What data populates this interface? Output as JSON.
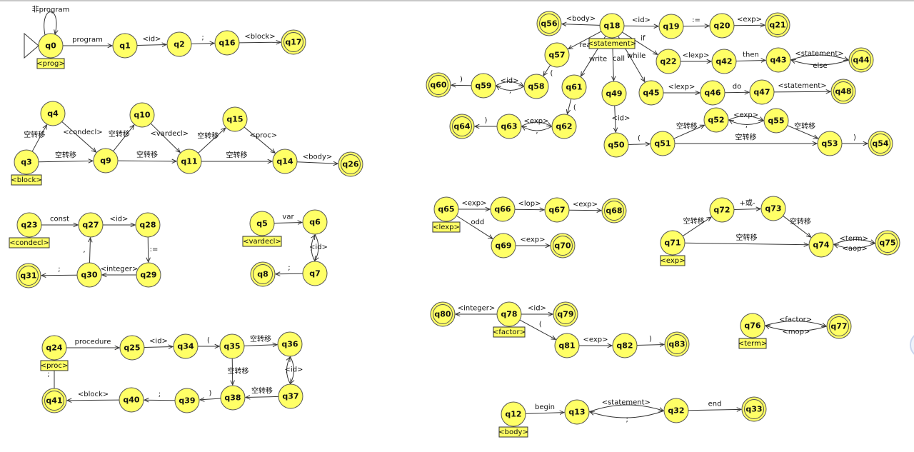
{
  "title": "",
  "states": [
    {
      "id": "q0",
      "label": "q0",
      "final": false,
      "start": true
    },
    {
      "id": "q1",
      "label": "q1",
      "final": false
    },
    {
      "id": "q2",
      "label": "q2",
      "final": false
    },
    {
      "id": "q16",
      "label": "q16",
      "final": false
    },
    {
      "id": "q17",
      "label": "q17",
      "final": true
    },
    {
      "id": "q3",
      "label": "q3",
      "final": false
    },
    {
      "id": "q4",
      "label": "q4",
      "final": false
    },
    {
      "id": "q9",
      "label": "q9",
      "final": false
    },
    {
      "id": "q10",
      "label": "q10",
      "final": false
    },
    {
      "id": "q11",
      "label": "q11",
      "final": false
    },
    {
      "id": "q15",
      "label": "q15",
      "final": false
    },
    {
      "id": "q14",
      "label": "q14",
      "final": false
    },
    {
      "id": "q26",
      "label": "q26",
      "final": true
    },
    {
      "id": "q23",
      "label": "q23",
      "final": false
    },
    {
      "id": "q27",
      "label": "q27",
      "final": false
    },
    {
      "id": "q28",
      "label": "q28",
      "final": false
    },
    {
      "id": "q29",
      "label": "q29",
      "final": false
    },
    {
      "id": "q30",
      "label": "q30",
      "final": false
    },
    {
      "id": "q31",
      "label": "q31",
      "final": true
    },
    {
      "id": "q5",
      "label": "q5",
      "final": false
    },
    {
      "id": "q6",
      "label": "q6",
      "final": false
    },
    {
      "id": "q7",
      "label": "q7",
      "final": false
    },
    {
      "id": "q8",
      "label": "q8",
      "final": true
    },
    {
      "id": "q24",
      "label": "q24",
      "final": false
    },
    {
      "id": "q25",
      "label": "q25",
      "final": false
    },
    {
      "id": "q34",
      "label": "q34",
      "final": false
    },
    {
      "id": "q35",
      "label": "q35",
      "final": false
    },
    {
      "id": "q36",
      "label": "q36",
      "final": false
    },
    {
      "id": "q37",
      "label": "q37",
      "final": false
    },
    {
      "id": "q38",
      "label": "q38",
      "final": false
    },
    {
      "id": "q39",
      "label": "q39",
      "final": false
    },
    {
      "id": "q40",
      "label": "q40",
      "final": false
    },
    {
      "id": "q41",
      "label": "q41",
      "final": true
    },
    {
      "id": "q56",
      "label": "q56",
      "final": true
    },
    {
      "id": "q18",
      "label": "q18",
      "final": false
    },
    {
      "id": "q19",
      "label": "q19",
      "final": false
    },
    {
      "id": "q20",
      "label": "q20",
      "final": false
    },
    {
      "id": "q21",
      "label": "q21",
      "final": true
    },
    {
      "id": "q57",
      "label": "q57",
      "final": false
    },
    {
      "id": "q22",
      "label": "q22",
      "final": false
    },
    {
      "id": "q42",
      "label": "q42",
      "final": false
    },
    {
      "id": "q43",
      "label": "q43",
      "final": false
    },
    {
      "id": "q44",
      "label": "q44",
      "final": true
    },
    {
      "id": "q60",
      "label": "q60",
      "final": true
    },
    {
      "id": "q59",
      "label": "q59",
      "final": false
    },
    {
      "id": "q58",
      "label": "q58",
      "final": false
    },
    {
      "id": "q61",
      "label": "q61",
      "final": false
    },
    {
      "id": "q49",
      "label": "q49",
      "final": false
    },
    {
      "id": "q45",
      "label": "q45",
      "final": false
    },
    {
      "id": "q46",
      "label": "q46",
      "final": false
    },
    {
      "id": "q47",
      "label": "q47",
      "final": false
    },
    {
      "id": "q48",
      "label": "q48",
      "final": true
    },
    {
      "id": "q64",
      "label": "q64",
      "final": true
    },
    {
      "id": "q63",
      "label": "q63",
      "final": false
    },
    {
      "id": "q62",
      "label": "q62",
      "final": false
    },
    {
      "id": "q50",
      "label": "q50",
      "final": false
    },
    {
      "id": "q51",
      "label": "q51",
      "final": false
    },
    {
      "id": "q52",
      "label": "q52",
      "final": false
    },
    {
      "id": "q55",
      "label": "q55",
      "final": false
    },
    {
      "id": "q53",
      "label": "q53",
      "final": false
    },
    {
      "id": "q54",
      "label": "q54",
      "final": true
    },
    {
      "id": "q65",
      "label": "q65",
      "final": false
    },
    {
      "id": "q66",
      "label": "q66",
      "final": false
    },
    {
      "id": "q67",
      "label": "q67",
      "final": false
    },
    {
      "id": "q68",
      "label": "q68",
      "final": true
    },
    {
      "id": "q69",
      "label": "q69",
      "final": false
    },
    {
      "id": "q70",
      "label": "q70",
      "final": true
    },
    {
      "id": "q71",
      "label": "q71",
      "final": false
    },
    {
      "id": "q72",
      "label": "q72",
      "final": false
    },
    {
      "id": "q73",
      "label": "q73",
      "final": false
    },
    {
      "id": "q74",
      "label": "q74",
      "final": false
    },
    {
      "id": "q75",
      "label": "q75",
      "final": true
    },
    {
      "id": "q80",
      "label": "q80",
      "final": true
    },
    {
      "id": "q78",
      "label": "q78",
      "final": false
    },
    {
      "id": "q79",
      "label": "q79",
      "final": true
    },
    {
      "id": "q81",
      "label": "q81",
      "final": false
    },
    {
      "id": "q82",
      "label": "q82",
      "final": false
    },
    {
      "id": "q83",
      "label": "q83",
      "final": true
    },
    {
      "id": "q76",
      "label": "q76",
      "final": false
    },
    {
      "id": "q77",
      "label": "q77",
      "final": true
    },
    {
      "id": "q12",
      "label": "q12",
      "final": false
    },
    {
      "id": "q13",
      "label": "q13",
      "final": false
    },
    {
      "id": "q32",
      "label": "q32",
      "final": false
    },
    {
      "id": "q33",
      "label": "q33",
      "final": true
    }
  ],
  "tags": [
    {
      "state": "q0",
      "text": "<prog>"
    },
    {
      "state": "q3",
      "text": "<block>"
    },
    {
      "state": "q23",
      "text": "<condecl>"
    },
    {
      "state": "q5",
      "text": "<vardecl>"
    },
    {
      "state": "q24",
      "text": "<proc>"
    },
    {
      "state": "q18",
      "text": "<statement>"
    },
    {
      "state": "q65",
      "text": "<lexp>"
    },
    {
      "state": "q71",
      "text": "<exp>"
    },
    {
      "state": "q78",
      "text": "<factor>"
    },
    {
      "state": "q76",
      "text": "<term>"
    },
    {
      "state": "q12",
      "text": "<body>"
    }
  ],
  "transitions": [
    {
      "from": "q0",
      "to": "q0",
      "label": "非program"
    },
    {
      "from": "q0",
      "to": "q1",
      "label": "program"
    },
    {
      "from": "q1",
      "to": "q2",
      "label": "<id>"
    },
    {
      "from": "q2",
      "to": "q16",
      "label": ";"
    },
    {
      "from": "q16",
      "to": "q17",
      "label": "<block>"
    },
    {
      "from": "q3",
      "to": "q4",
      "label": "空转移"
    },
    {
      "from": "q3",
      "to": "q9",
      "label": "空转移"
    },
    {
      "from": "q4",
      "to": "q9",
      "label": "<condecl>"
    },
    {
      "from": "q9",
      "to": "q10",
      "label": "空转移"
    },
    {
      "from": "q9",
      "to": "q11",
      "label": "空转移"
    },
    {
      "from": "q10",
      "to": "q11",
      "label": "<vardecl>"
    },
    {
      "from": "q11",
      "to": "q15",
      "label": "空转移"
    },
    {
      "from": "q11",
      "to": "q14",
      "label": "空转移"
    },
    {
      "from": "q15",
      "to": "q14",
      "label": "<proc>"
    },
    {
      "from": "q14",
      "to": "q26",
      "label": "<body>"
    },
    {
      "from": "q23",
      "to": "q27",
      "label": "const"
    },
    {
      "from": "q27",
      "to": "q28",
      "label": "<id>"
    },
    {
      "from": "q28",
      "to": "q29",
      "label": ":="
    },
    {
      "from": "q29",
      "to": "q30",
      "label": "<integer>"
    },
    {
      "from": "q30",
      "to": "q27",
      "label": ","
    },
    {
      "from": "q30",
      "to": "q31",
      "label": ";"
    },
    {
      "from": "q5",
      "to": "q6",
      "label": "var"
    },
    {
      "from": "q6",
      "to": "q7",
      "label": "<id>"
    },
    {
      "from": "q7",
      "to": "q6",
      "label": ","
    },
    {
      "from": "q7",
      "to": "q8",
      "label": ";"
    },
    {
      "from": "q24",
      "to": "q25",
      "label": "procedure"
    },
    {
      "from": "q25",
      "to": "q34",
      "label": "<id>"
    },
    {
      "from": "q34",
      "to": "q35",
      "label": "("
    },
    {
      "from": "q35",
      "to": "q36",
      "label": "空转移"
    },
    {
      "from": "q35",
      "to": "q38",
      "label": "空转移"
    },
    {
      "from": "q36",
      "to": "q37",
      "label": "<id>"
    },
    {
      "from": "q37",
      "to": "q36",
      "label": ","
    },
    {
      "from": "q37",
      "to": "q38",
      "label": "空转移"
    },
    {
      "from": "q38",
      "to": "q39",
      "label": ")"
    },
    {
      "from": "q39",
      "to": "q40",
      "label": ";"
    },
    {
      "from": "q40",
      "to": "q41",
      "label": "<block>"
    },
    {
      "from": "q41",
      "to": "q24",
      "label": ";"
    },
    {
      "from": "q18",
      "to": "q56",
      "label": "<body>"
    },
    {
      "from": "q18",
      "to": "q19",
      "label": "<id>"
    },
    {
      "from": "q19",
      "to": "q20",
      "label": ":="
    },
    {
      "from": "q20",
      "to": "q21",
      "label": "<exp>"
    },
    {
      "from": "q18",
      "to": "q57",
      "label": "read"
    },
    {
      "from": "q18",
      "to": "q22",
      "label": "if"
    },
    {
      "from": "q22",
      "to": "q42",
      "label": "<lexp>"
    },
    {
      "from": "q42",
      "to": "q43",
      "label": "then"
    },
    {
      "from": "q43",
      "to": "q44",
      "label": "<statement>"
    },
    {
      "from": "q44",
      "to": "q43",
      "label": "else"
    },
    {
      "from": "q57",
      "to": "q58",
      "label": "("
    },
    {
      "from": "q58",
      "to": "q59",
      "label": ","
    },
    {
      "from": "q59",
      "to": "q58",
      "label": "<id>"
    },
    {
      "from": "q59",
      "to": "q60",
      "label": ")"
    },
    {
      "from": "q18",
      "to": "q61",
      "label": "write"
    },
    {
      "from": "q61",
      "to": "q62",
      "label": "("
    },
    {
      "from": "q62",
      "to": "q63",
      "label": ","
    },
    {
      "from": "q63",
      "to": "q62",
      "label": "<exp>"
    },
    {
      "from": "q63",
      "to": "q64",
      "label": ")"
    },
    {
      "from": "q18",
      "to": "q49",
      "label": "call"
    },
    {
      "from": "q49",
      "to": "q50",
      "label": "<id>"
    },
    {
      "from": "q50",
      "to": "q51",
      "label": "("
    },
    {
      "from": "q51",
      "to": "q52",
      "label": "空转移"
    },
    {
      "from": "q51",
      "to": "q53",
      "label": "空转移"
    },
    {
      "from": "q52",
      "to": "q55",
      "label": "<exp>"
    },
    {
      "from": "q55",
      "to": "q52",
      "label": ","
    },
    {
      "from": "q55",
      "to": "q53",
      "label": "空转移"
    },
    {
      "from": "q53",
      "to": "q54",
      "label": ")"
    },
    {
      "from": "q18",
      "to": "q45",
      "label": "while"
    },
    {
      "from": "q45",
      "to": "q46",
      "label": "<lexp>"
    },
    {
      "from": "q46",
      "to": "q47",
      "label": "do"
    },
    {
      "from": "q47",
      "to": "q48",
      "label": "<statement>"
    },
    {
      "from": "q65",
      "to": "q66",
      "label": "<exp>"
    },
    {
      "from": "q66",
      "to": "q67",
      "label": "<lop>"
    },
    {
      "from": "q67",
      "to": "q68",
      "label": "<exp>"
    },
    {
      "from": "q65",
      "to": "q69",
      "label": "odd"
    },
    {
      "from": "q69",
      "to": "q70",
      "label": "<exp>"
    },
    {
      "from": "q71",
      "to": "q72",
      "label": "空转移"
    },
    {
      "from": "q71",
      "to": "q74",
      "label": "空转移"
    },
    {
      "from": "q72",
      "to": "q73",
      "label": "+或-"
    },
    {
      "from": "q73",
      "to": "q74",
      "label": "空转移"
    },
    {
      "from": "q74",
      "to": "q75",
      "label": "<term>"
    },
    {
      "from": "q75",
      "to": "q74",
      "label": "<aop>"
    },
    {
      "from": "q78",
      "to": "q80",
      "label": "<integer>"
    },
    {
      "from": "q78",
      "to": "q79",
      "label": "<id>"
    },
    {
      "from": "q78",
      "to": "q81",
      "label": "("
    },
    {
      "from": "q81",
      "to": "q82",
      "label": "<exp>"
    },
    {
      "from": "q82",
      "to": "q83",
      "label": ")"
    },
    {
      "from": "q76",
      "to": "q77",
      "label": "<factor>"
    },
    {
      "from": "q77",
      "to": "q76",
      "label": "<mop>"
    },
    {
      "from": "q12",
      "to": "q13",
      "label": "begin"
    },
    {
      "from": "q13",
      "to": "q32",
      "label": "<statement>"
    },
    {
      "from": "q32",
      "to": "q13",
      "label": ";"
    },
    {
      "from": "q32",
      "to": "q33",
      "label": "end"
    }
  ]
}
